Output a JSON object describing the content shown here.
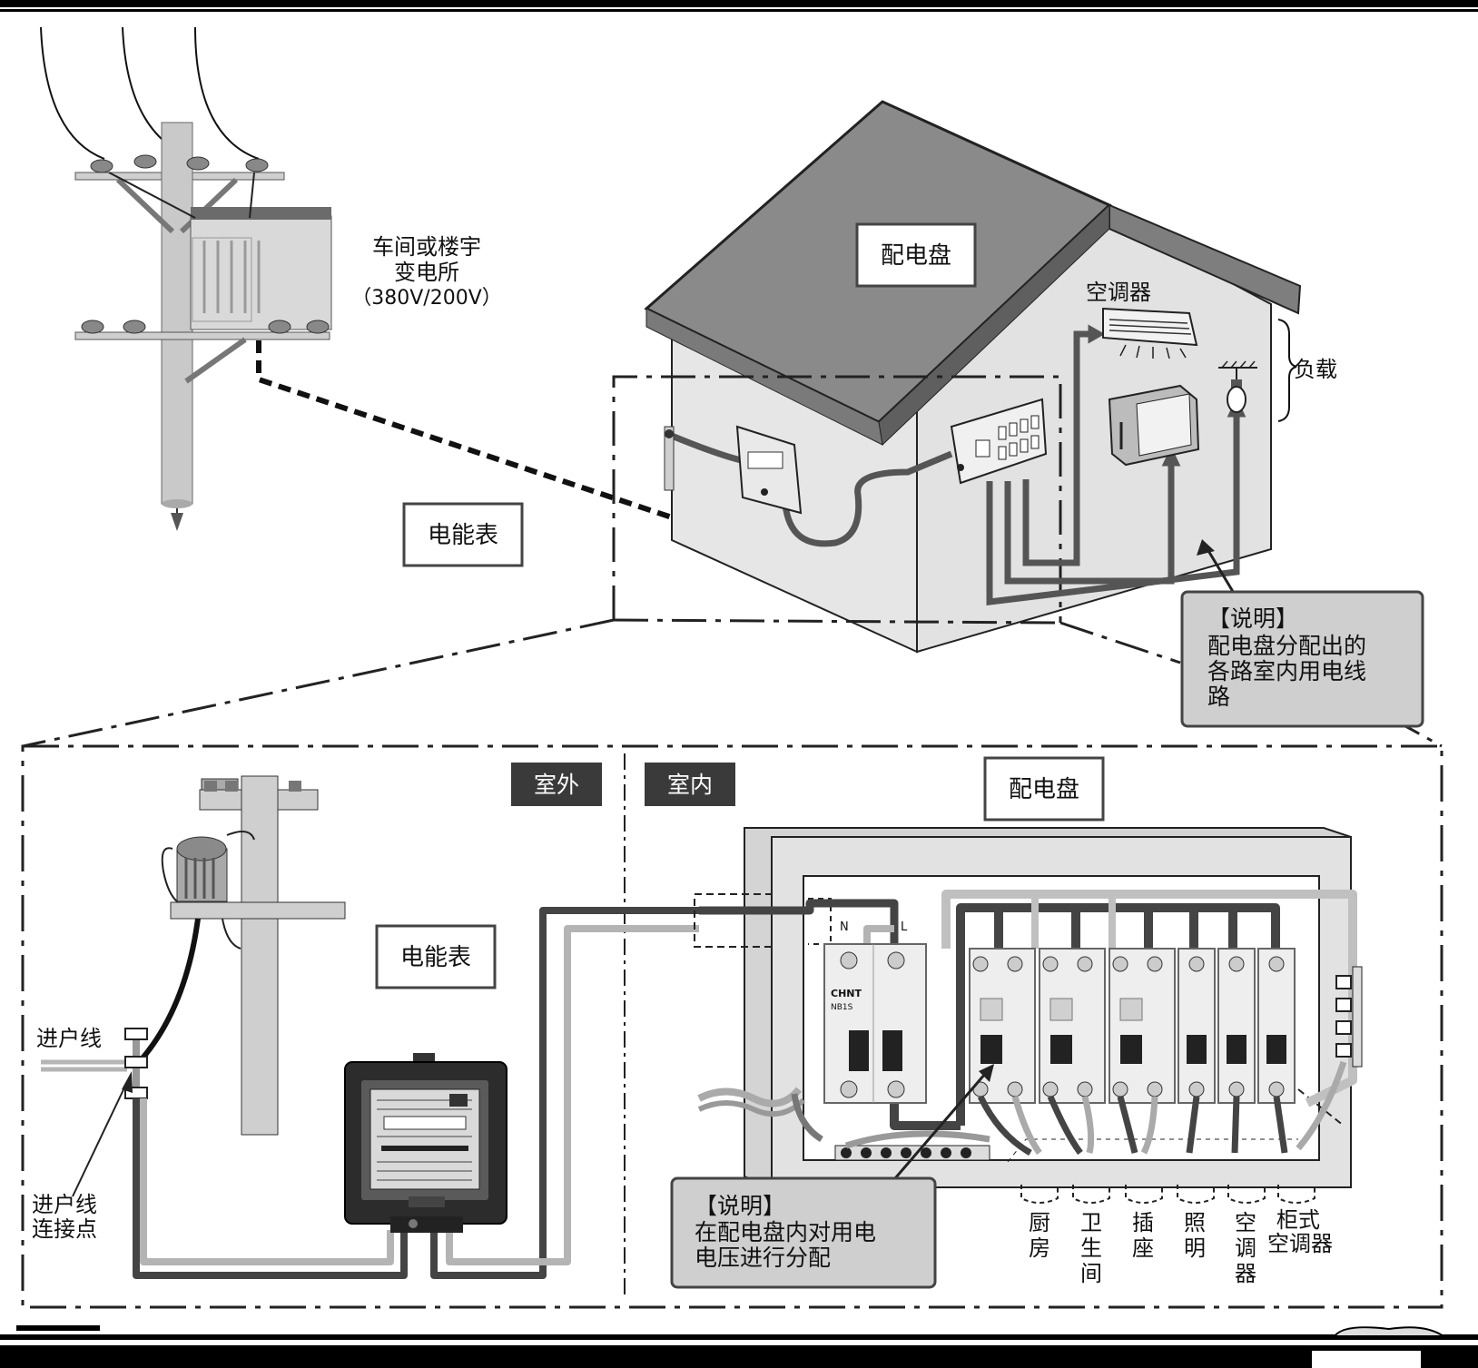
{
  "substation": {
    "line1": "车间或楼宇",
    "line2": "变电所",
    "line3": "（380V/200V）"
  },
  "house": {
    "distribution_label": "配电盘",
    "aircon_label": "空调器",
    "load_label": "负载",
    "meter_label": "电能表"
  },
  "note_top": {
    "title": "【说明】",
    "line1": "配电盘分配出的",
    "line2": "各路室内用电线",
    "line3": "路"
  },
  "detail": {
    "outdoor_tag": "室外",
    "indoor_tag": "室内",
    "panel_label": "配电盘",
    "meter_label": "电能表",
    "service_line_label": "进户线",
    "connection_label_1": "进户线",
    "connection_label_2": "连接点",
    "breaker_brand": "CHNT",
    "breaker_model": "NB1S",
    "neutral_mark": "N",
    "live_mark": "L"
  },
  "note_bottom": {
    "title": "【说明】",
    "line1": "在配电盘内对用电",
    "line2": "电压进行分配"
  },
  "circuits": [
    {
      "chars": [
        "厨",
        "房"
      ]
    },
    {
      "chars": [
        "卫",
        "生",
        "间"
      ]
    },
    {
      "chars": [
        "插",
        "座"
      ]
    },
    {
      "chars": [
        "照",
        "明"
      ]
    },
    {
      "chars": [
        "空",
        "调",
        "器"
      ]
    },
    {
      "chars": [
        "柜式",
        "空调器"
      ]
    }
  ],
  "colors": {
    "roof": "#8a8a8a",
    "wall": "#e6e6e6",
    "note_fill": "#cfcfcf",
    "tag_fill": "#3a3a3a",
    "wire_dark": "#444444",
    "wire_light": "#b4b4b4"
  }
}
